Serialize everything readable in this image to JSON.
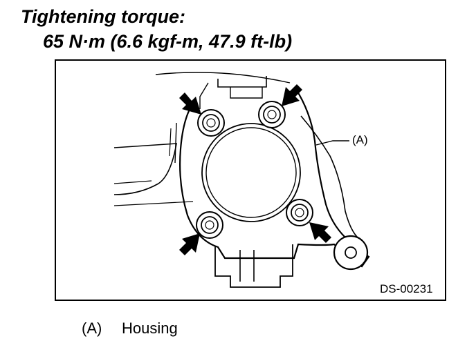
{
  "heading": {
    "label": "Tightening torque:",
    "value": "65 N·m (6.6 kgf-m, 47.9 ft-lb)"
  },
  "figure": {
    "callout": "(A)",
    "code": "DS-00231"
  },
  "legend": {
    "key": "(A)",
    "text": "Housing"
  },
  "colors": {
    "ink": "#000000",
    "paper": "#ffffff"
  }
}
